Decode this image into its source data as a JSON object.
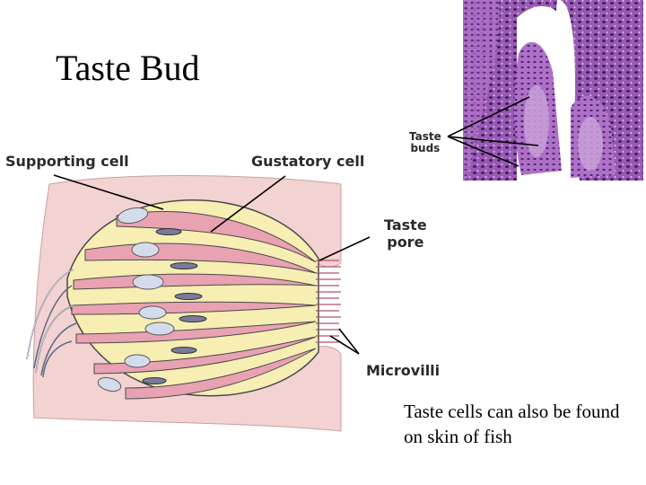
{
  "slide": {
    "title": "Taste Bud",
    "caption": "Taste cells can also be found on skin of fish"
  },
  "diagram": {
    "labels": {
      "supporting_cell": "Supporting cell",
      "gustatory_cell": "Gustatory cell",
      "taste_pore_line1": "Taste",
      "taste_pore_line2": "pore",
      "microvilli": "Microvilli",
      "taste_buds_line1": "Taste",
      "taste_buds_line2": "buds"
    },
    "colors": {
      "supporting_cell": "#f6eeb2",
      "gustatory_cell": "#e8a2b2",
      "tissue": "#f3d2d2",
      "outline": "#4a4a4a",
      "nucleus": "#d4dcec",
      "stain": "#9b5cb4"
    }
  }
}
